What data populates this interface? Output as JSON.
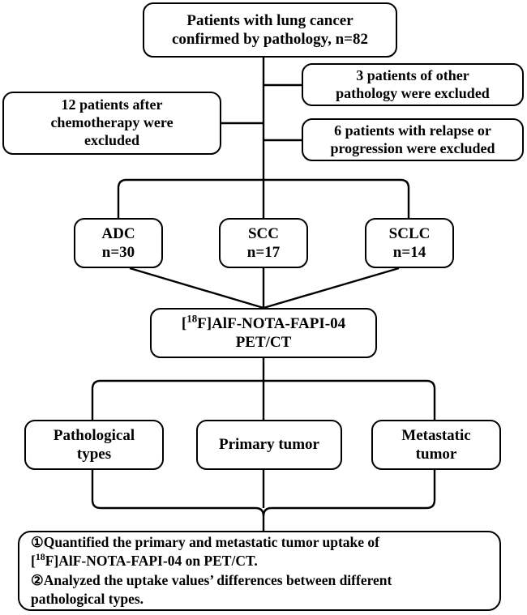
{
  "chart_data": {
    "type": "diagram",
    "title": "Patient enrollment and analysis flowchart",
    "diagram_kind": "flowchart",
    "nodes": [
      {
        "id": "root",
        "label": "Patients with lung cancer\nconfirmed by pathology, n=82",
        "count": 82
      },
      {
        "id": "excl-path",
        "label": "3 patients of other\npathology were excluded",
        "count": 3
      },
      {
        "id": "excl-rel",
        "label": "6 patients with relapse or\nprogression were excluded",
        "count": 6
      },
      {
        "id": "excl-chem",
        "label": "12 patients after\nchemotherapy were\nexcluded",
        "count": 12
      },
      {
        "id": "adc",
        "label": "ADC\nn=30",
        "count": 30
      },
      {
        "id": "scc",
        "label": "SCC\nn=17",
        "count": 17
      },
      {
        "id": "sclc",
        "label": "SCLC\nn=14",
        "count": 14
      },
      {
        "id": "petct",
        "label": "[18F]AlF-NOTA-FAPI-04 PET/CT"
      },
      {
        "id": "patho",
        "label": "Pathological\ntypes"
      },
      {
        "id": "primary",
        "label": "Primary tumor"
      },
      {
        "id": "metast",
        "label": "Metastatic\ntumor"
      },
      {
        "id": "concl",
        "label": "Quantified and analyzed uptake"
      }
    ],
    "edges": [
      {
        "from": "root",
        "to": "excl-path"
      },
      {
        "from": "root",
        "to": "excl-chem"
      },
      {
        "from": "root",
        "to": "excl-rel"
      },
      {
        "from": "root",
        "to": "adc"
      },
      {
        "from": "root",
        "to": "scc"
      },
      {
        "from": "root",
        "to": "sclc"
      },
      {
        "from": "adc",
        "to": "petct"
      },
      {
        "from": "scc",
        "to": "petct"
      },
      {
        "from": "sclc",
        "to": "petct"
      },
      {
        "from": "petct",
        "to": "patho"
      },
      {
        "from": "petct",
        "to": "primary"
      },
      {
        "from": "petct",
        "to": "metast"
      },
      {
        "from": "patho",
        "to": "concl"
      },
      {
        "from": "primary",
        "to": "concl"
      },
      {
        "from": "metast",
        "to": "concl"
      }
    ]
  },
  "colors": {
    "stroke": "#000000",
    "fill": "#ffffff",
    "text": "#000000"
  },
  "nodes": {
    "root": {
      "line1": "Patients with lung cancer",
      "line2": "confirmed by pathology, n=82"
    },
    "excluded_pathology": {
      "line1": "3 patients of other",
      "line2": "pathology were excluded"
    },
    "excluded_relapse": {
      "line1": "6 patients with relapse or",
      "line2": "progression were excluded"
    },
    "excluded_chemo": {
      "line1": "12 patients after",
      "line2": "chemotherapy were",
      "line3": "excluded"
    },
    "adc": {
      "name": "ADC",
      "count": "n=30"
    },
    "scc": {
      "name": "SCC",
      "count": "n=17"
    },
    "sclc": {
      "name": "SCLC",
      "count": "n=14"
    },
    "petct": {
      "tracer_prefix": "[",
      "tracer_superscript": "18",
      "tracer_rest": "F]AlF-NOTA-FAPI-04",
      "modality": "PET/CT"
    },
    "pathological_types": {
      "line1": "Pathological",
      "line2": "types"
    },
    "primary_tumor": {
      "label": "Primary tumor"
    },
    "metastatic_tumor": {
      "line1": "Metastatic",
      "line2": "tumor"
    },
    "conclusion": {
      "marker_one": "①",
      "item1_part1": "Quantified the primary and metastatic tumor uptake of",
      "item1_prefix": "[",
      "item1_superscript": "18",
      "item1_rest": "F]AlF-NOTA-FAPI-04 on PET/CT.",
      "marker_two": "②",
      "item2_line1": "Analyzed the uptake values’ differences between different",
      "item2_line2": "pathological types."
    }
  }
}
